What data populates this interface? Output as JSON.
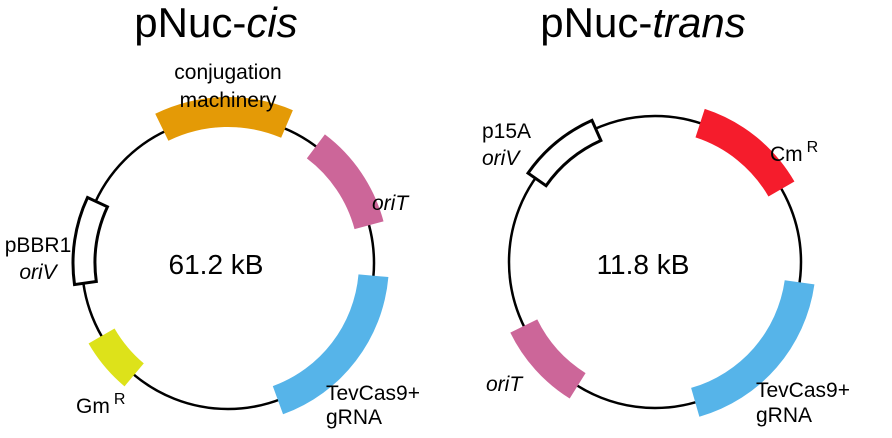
{
  "plasmids": [
    {
      "title_prefix": "pNuc-",
      "title_italic": "cis",
      "size_label": "61.2 kB",
      "features": [
        {
          "id": "conjugation",
          "color": "#E49A06",
          "fill": true
        },
        {
          "id": "oriT",
          "color": "#CC6699",
          "fill": true
        },
        {
          "id": "tevcas9",
          "color": "#56B4E9",
          "fill": true
        },
        {
          "id": "gm",
          "color": "#DDE21A",
          "fill": true
        },
        {
          "id": "oriV",
          "color": "#000000",
          "fill": false
        }
      ],
      "labels": {
        "conjugation_line1": "conjugation",
        "conjugation_line2": "machinery",
        "oriT": "oriT",
        "tevcas9_line1": "TevCas9+",
        "tevcas9_line2": "gRNA",
        "gm": "Gm",
        "gm_sup": "R",
        "oriV_line1": "pBBR1",
        "oriV_line2": "oriV"
      }
    },
    {
      "title_prefix": "pNuc-",
      "title_italic": "trans",
      "size_label": "11.8 kB",
      "features": [
        {
          "id": "p15a",
          "color": "#000000",
          "fill": false
        },
        {
          "id": "cm",
          "color": "#F51C2C",
          "fill": true
        },
        {
          "id": "tevcas9",
          "color": "#56B4E9",
          "fill": true
        },
        {
          "id": "oriT",
          "color": "#CC6699",
          "fill": true
        }
      ],
      "labels": {
        "p15a_line1": "p15A",
        "p15a_line2": "oriV",
        "cm": "Cm",
        "cm_sup": "R",
        "oriT": "oriT",
        "tevcas9_line1": "TevCas9+",
        "tevcas9_line2": "gRNA"
      }
    }
  ]
}
